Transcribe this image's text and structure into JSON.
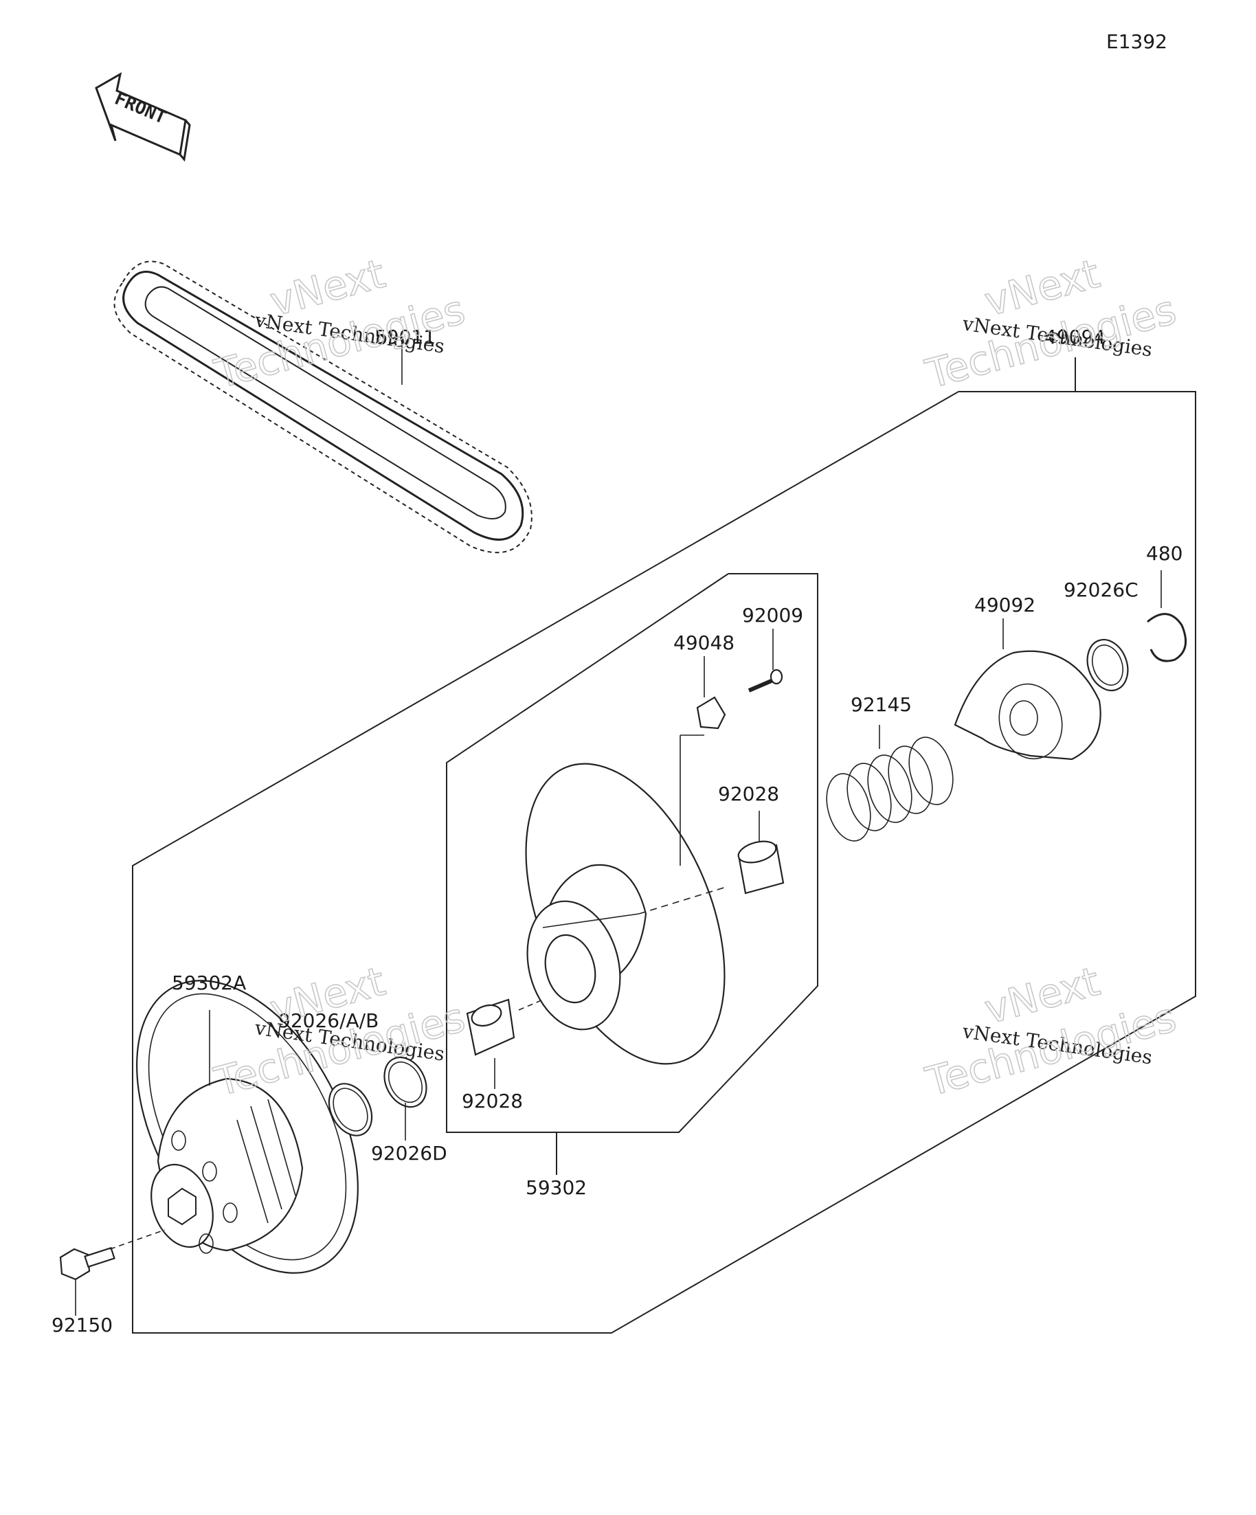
{
  "diagram_code": "E1392",
  "front_label": "FRONT",
  "watermark": {
    "line1": "vNext Technologies",
    "line2_top": "vNext",
    "line2_bottom": "Technologies"
  },
  "parts": {
    "belt": "59011",
    "assembly": "49094",
    "sheave_outer": "59302A",
    "collar_washer": "92026/A/B",
    "bolt": "92150",
    "washer_d": "92026D",
    "bush_front": "92028",
    "sheave_inner": "59302",
    "bush_rear": "92028",
    "slider": "49048",
    "screw": "92009",
    "spring": "92145",
    "cam": "49092",
    "washer_c": "92026C",
    "circlip": "480"
  }
}
